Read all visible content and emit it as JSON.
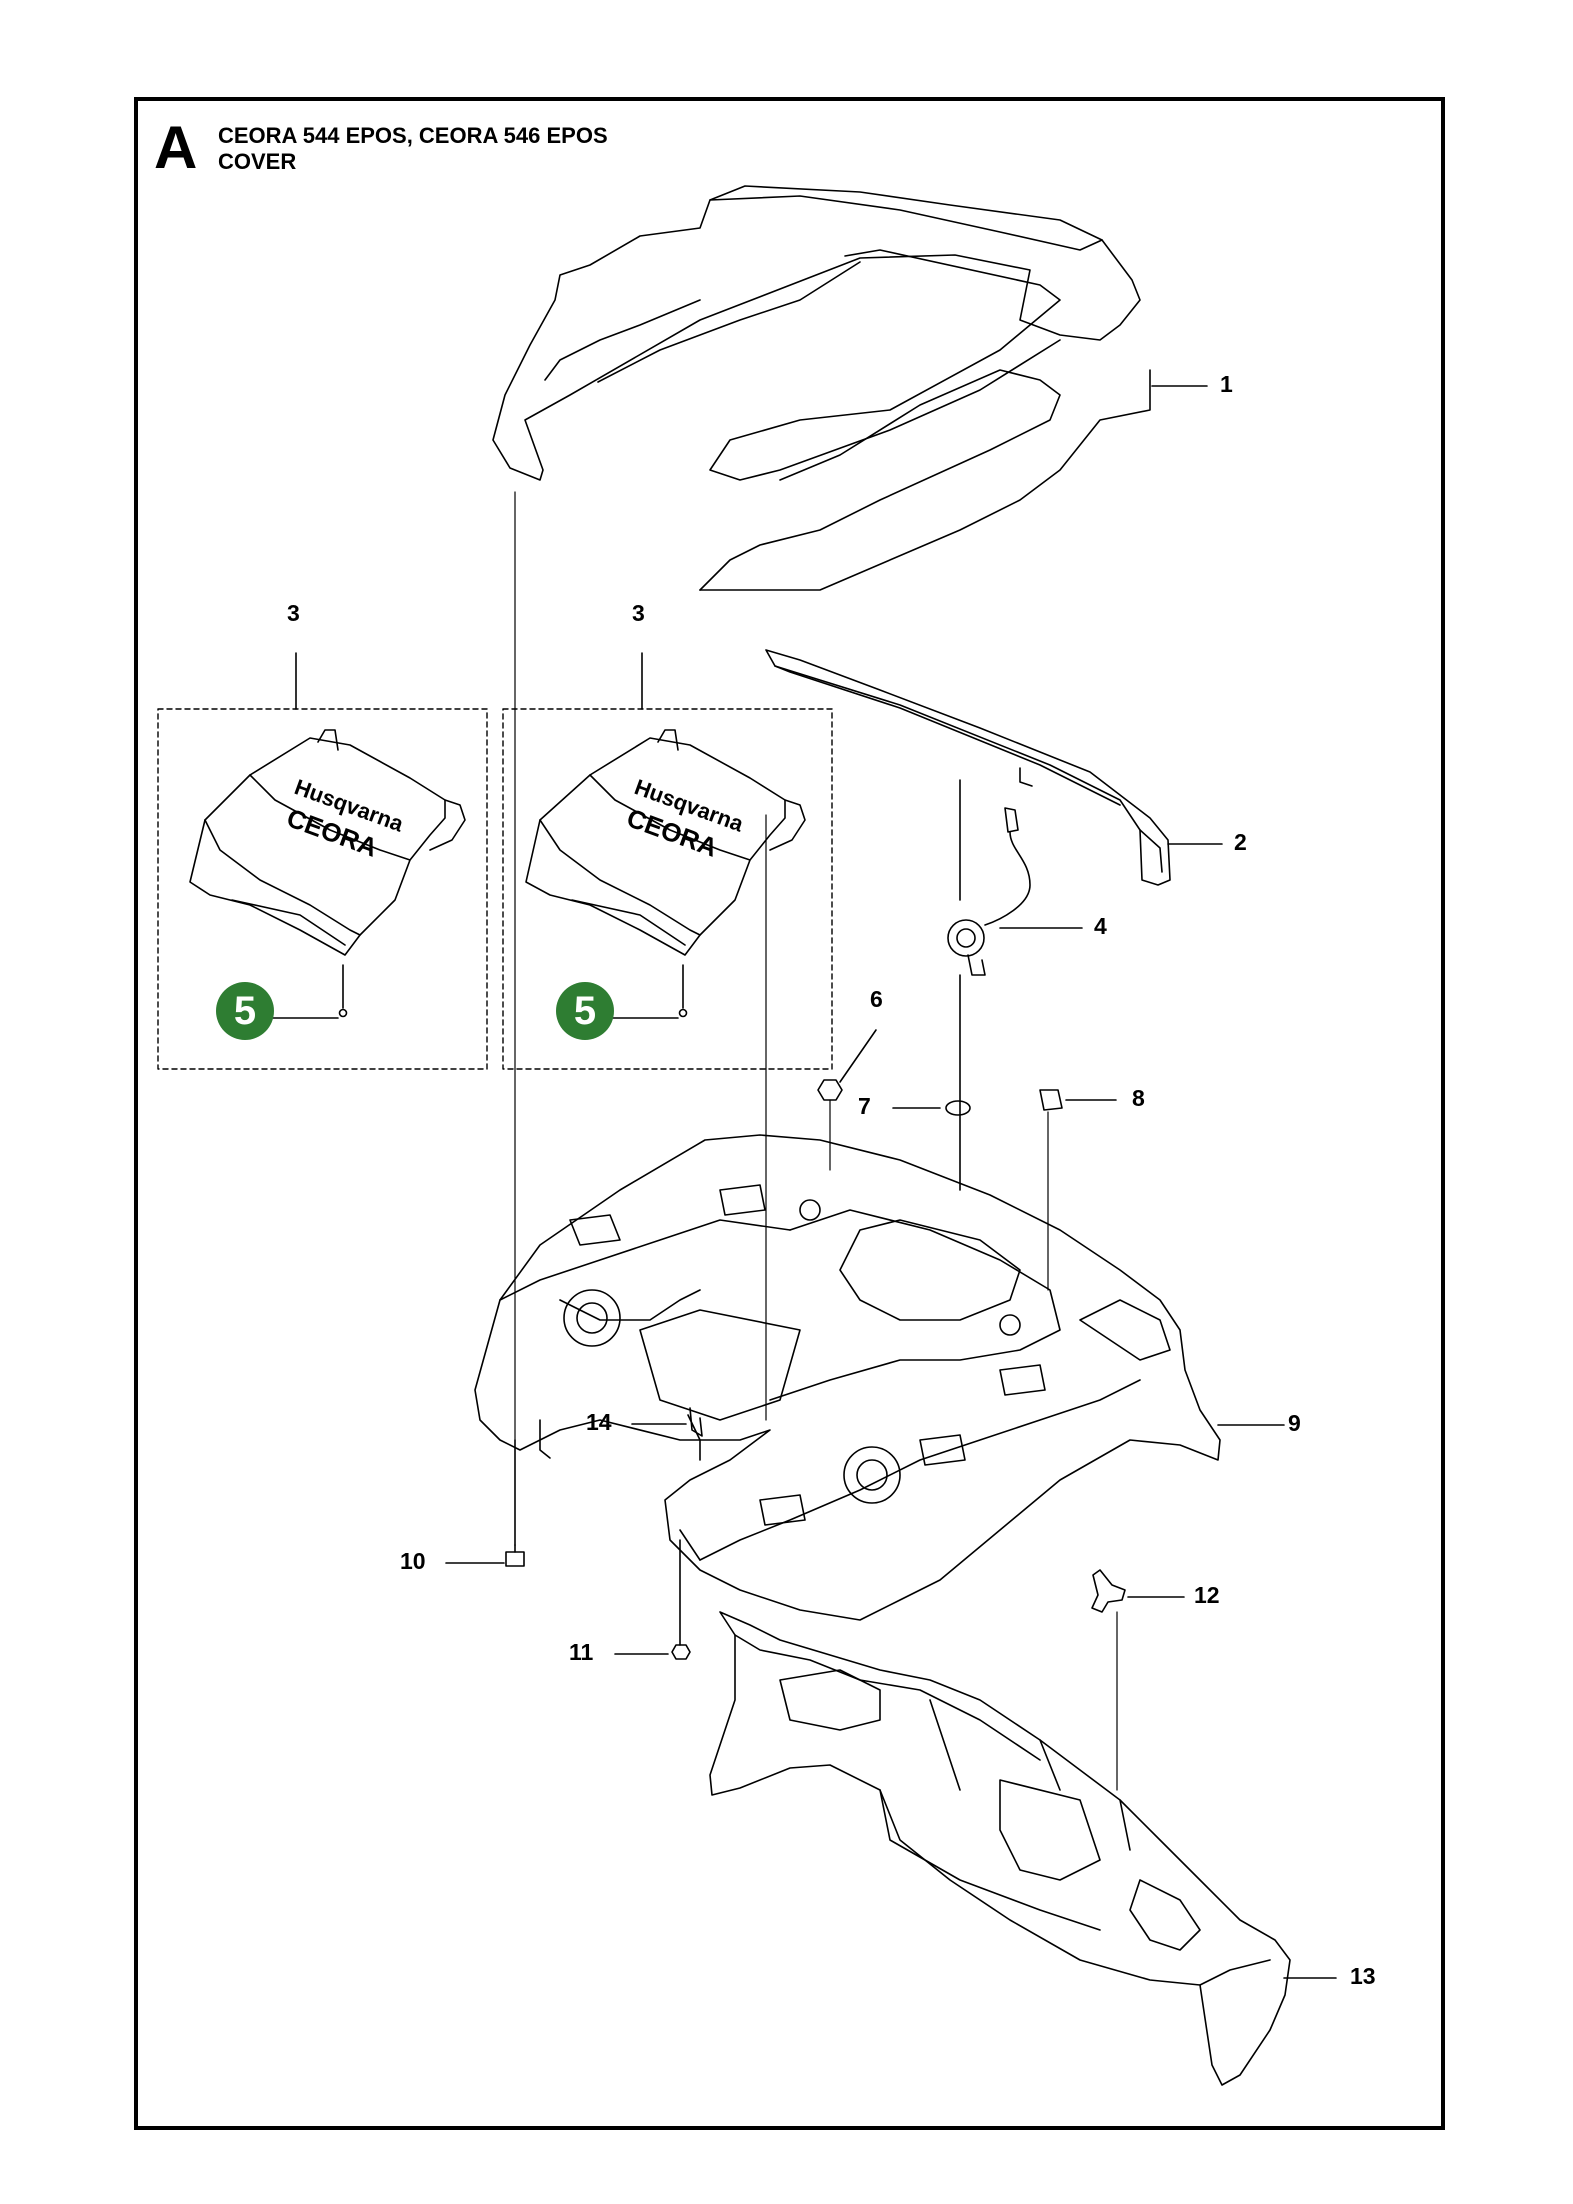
{
  "header": {
    "section_letter": "A",
    "title_line1": "CEORA 544 EPOS, CEORA 546 EPOS",
    "title_line2": "COVER"
  },
  "callouts": {
    "p1": "1",
    "p2": "2",
    "p3a": "3",
    "p3b": "3",
    "p4": "4",
    "p5a": "5",
    "p5b": "5",
    "p6": "6",
    "p7": "7",
    "p8": "8",
    "p9": "9",
    "p10": "10",
    "p11": "11",
    "p12": "12",
    "p13": "13",
    "p14": "14"
  },
  "cover_branding": {
    "logo_text": "Husqvarna",
    "model_text": "CEORA"
  },
  "colors": {
    "badge": "#2e7d32",
    "line": "#000000"
  }
}
